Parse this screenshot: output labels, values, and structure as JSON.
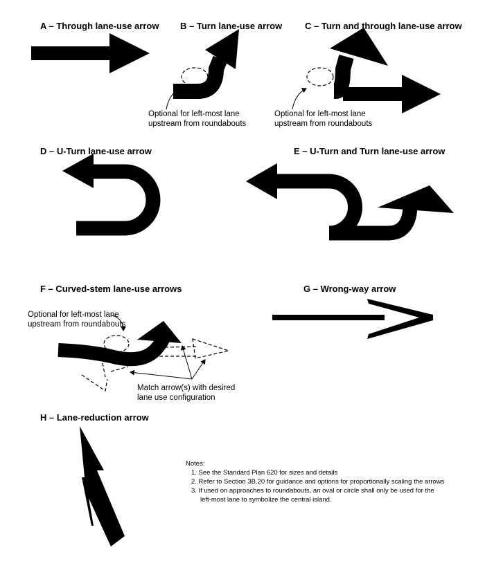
{
  "panels": {
    "a": {
      "title": "A – Through lane-use arrow"
    },
    "b": {
      "title": "B – Turn lane-use arrow",
      "caption1": "Optional for left-most lane",
      "caption2": "upstream from roundabouts"
    },
    "c": {
      "title": "C – Turn and through lane-use arrow",
      "caption1": "Optional for left-most lane",
      "caption2": "upstream from roundabouts"
    },
    "d": {
      "title": "D – U-Turn lane-use arrow"
    },
    "e": {
      "title": "E – U-Turn and Turn lane-use arrow"
    },
    "f": {
      "title": "F – Curved-stem lane-use arrows",
      "caption1": "Optional for left-most lane",
      "caption2": "upstream from roundabouts",
      "match1": "Match arrow(s) with desired",
      "match2": "lane use configuration"
    },
    "g": {
      "title": "G – Wrong-way arrow"
    },
    "h": {
      "title": "H – Lane-reduction arrow"
    }
  },
  "notes": {
    "heading": "Notes:",
    "items": [
      "1.  See the Standard Plan 620 for sizes and details",
      "2.  Refer to Section 3B.20 for guidance and options for proportionally scaling the arrows",
      "3. If used on approaches to roundabouts, an oval or circle shall only be used for the",
      "left-most lane to symbolize the central island."
    ]
  }
}
